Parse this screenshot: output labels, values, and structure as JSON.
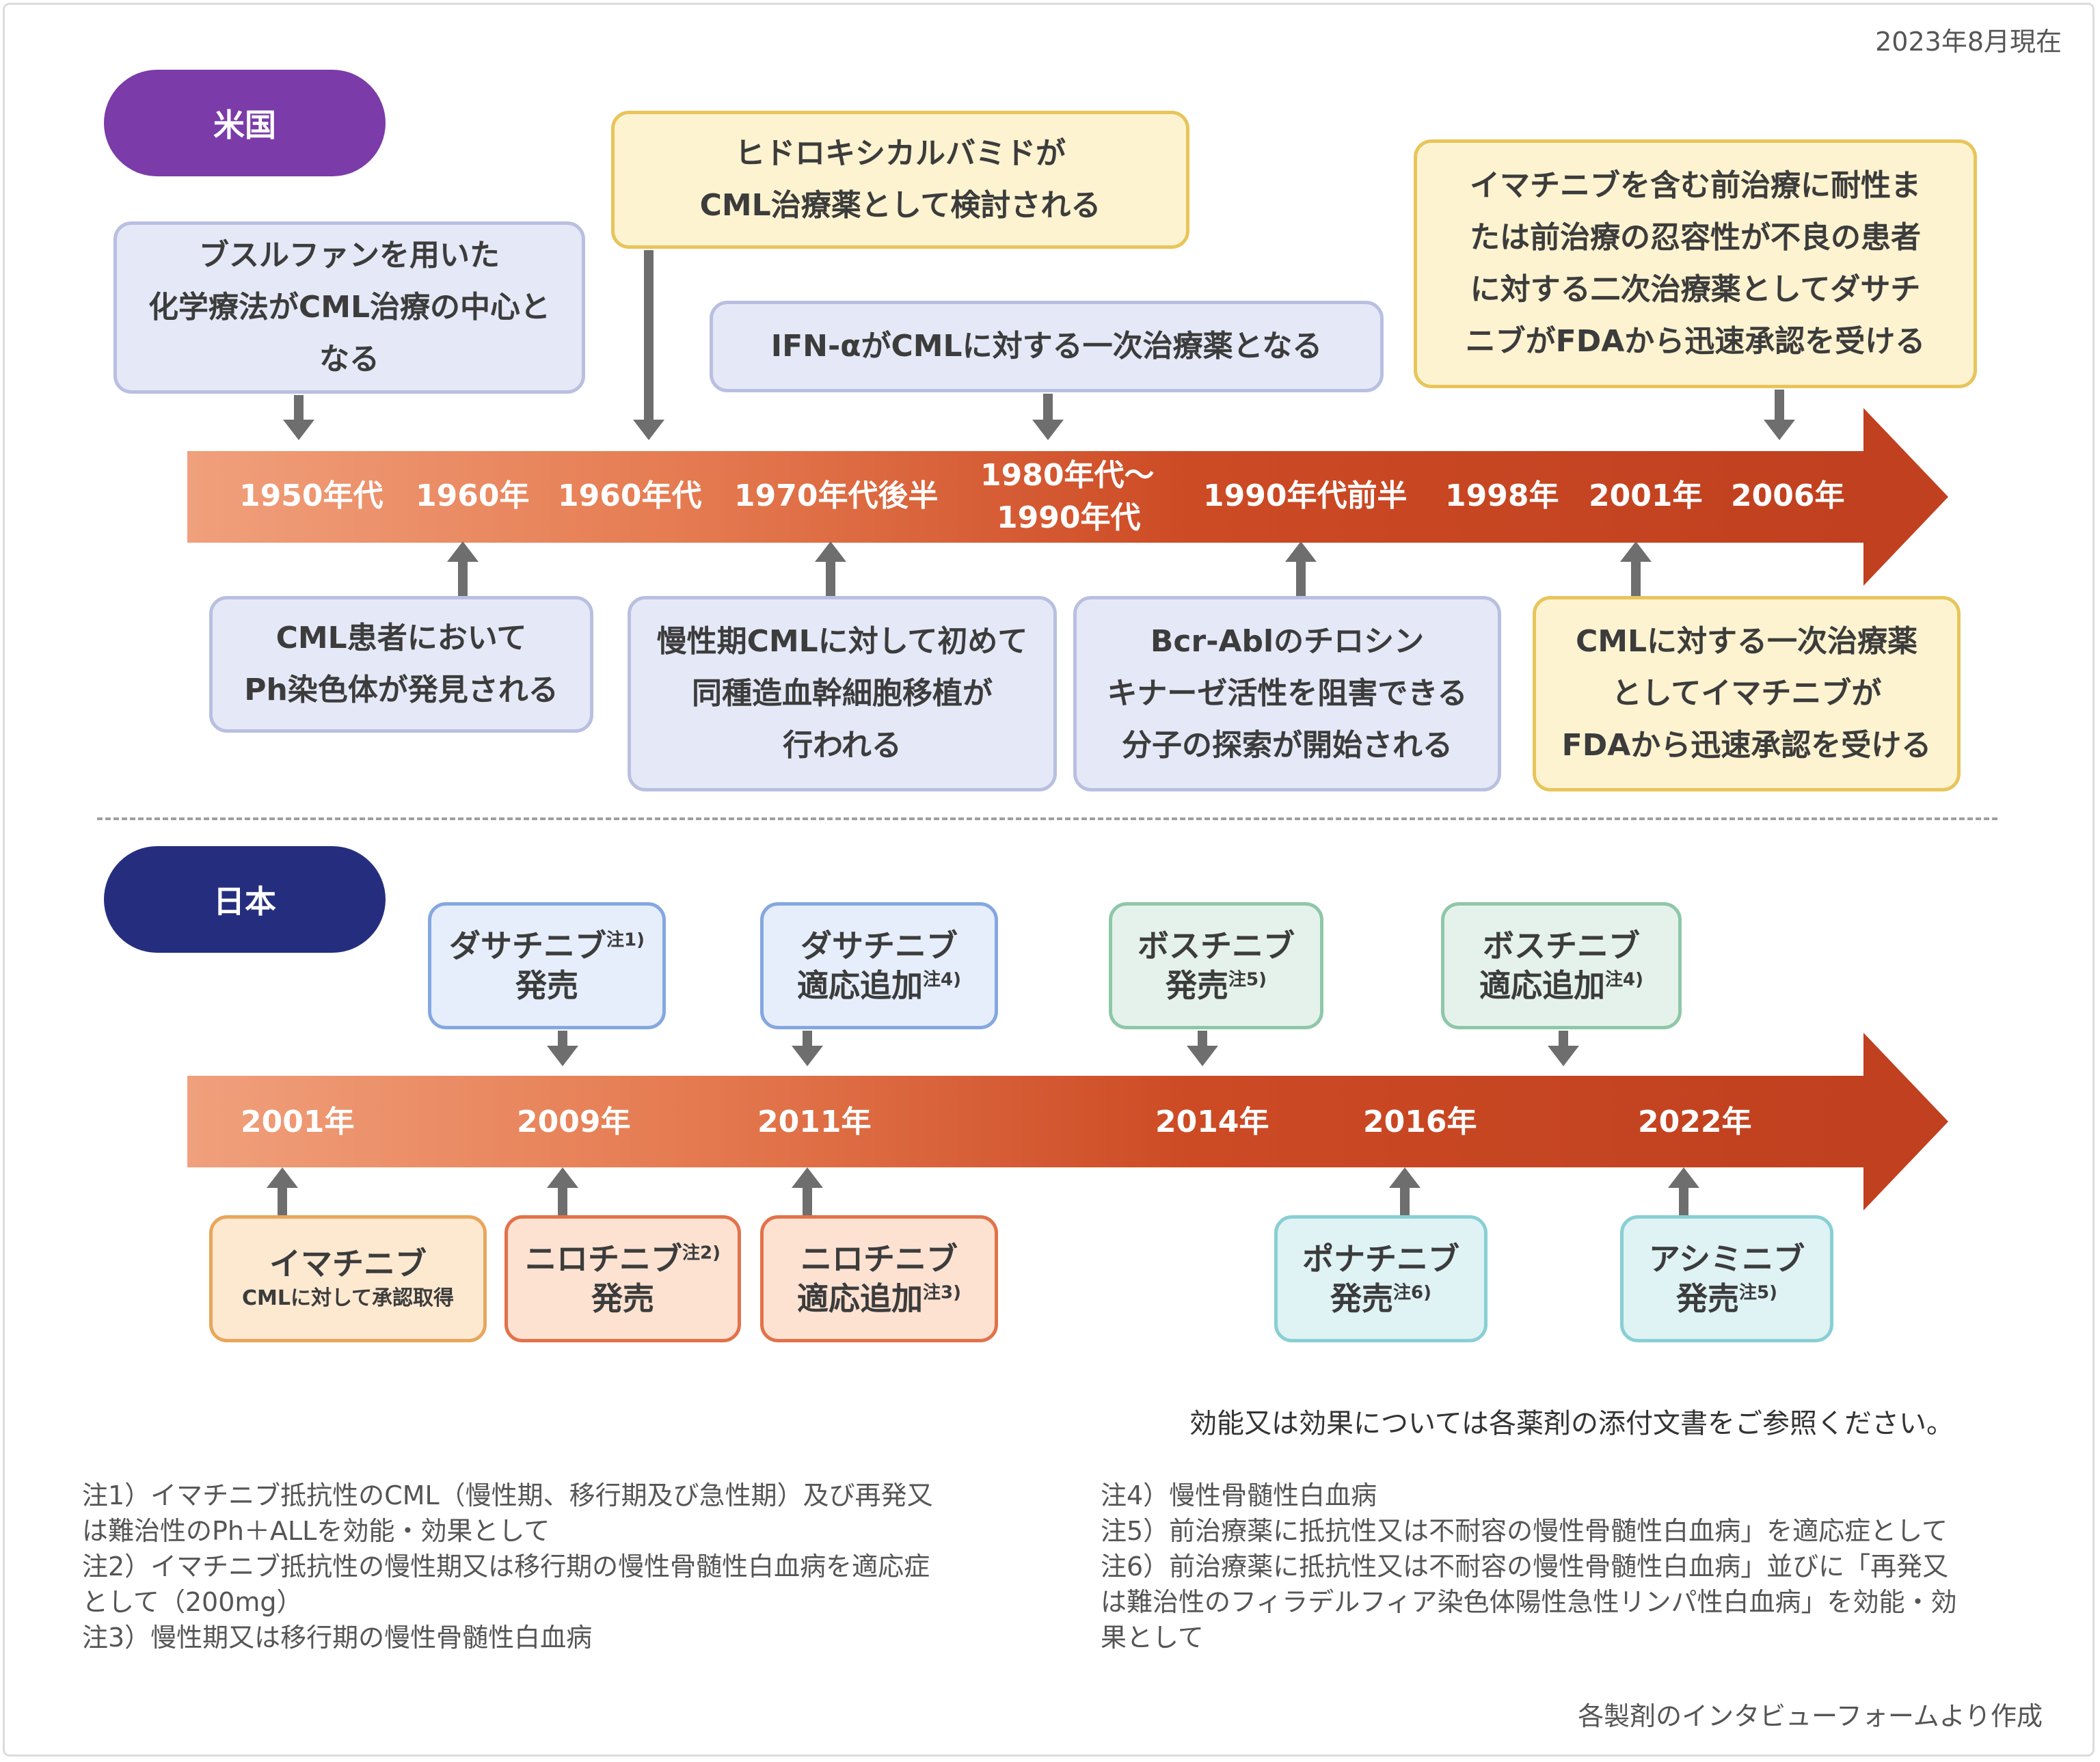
{
  "date_note": "2023年8月現在",
  "us": {
    "label": "米国",
    "years": [
      "1950年代",
      "1960年",
      "1960年代",
      "1970年代後半",
      "1980年代〜",
      "1990年代",
      "1990年代前半",
      "1998年",
      "2001年",
      "2006年"
    ],
    "events_top": [
      [
        "ブスルファンを用いた",
        "化学療法がCML治療の中心と",
        "なる"
      ],
      [
        "ヒドロキシカルバミドが",
        "CML治療薬として検討される"
      ],
      [
        "IFN-αがCMLに対する一次治療薬となる"
      ],
      [
        "イマチニブを含む前治療に耐性ま",
        "たは前治療の忍容性が不良の患者",
        "に対する二次治療薬としてダサチ",
        "ニブがFDAから迅速承認を受ける"
      ]
    ],
    "events_bottom": [
      [
        "CML患者において",
        "Ph染色体が発見される"
      ],
      [
        "慢性期CMLに対して初めて",
        "同種造血幹細胞移植が",
        "行われる"
      ],
      [
        "Bcr-Ablのチロシン",
        "キナーゼ活性を阻害できる",
        "分子の探索が開始される"
      ],
      [
        "CMLに対する一次治療薬",
        "としてイマチニブが",
        "FDAから迅速承認を受ける"
      ]
    ]
  },
  "jp": {
    "label": "日本",
    "years": [
      "2001年",
      "2009年",
      "2011年",
      "2014年",
      "2016年",
      "2022年"
    ],
    "events_top": [
      {
        "name": "ダサチニブ",
        "note": "注1)",
        "sub": "発売"
      },
      {
        "name": "ダサチニブ",
        "sub": "適応追加",
        "note": "注4)"
      },
      {
        "name": "ボスチニブ",
        "sub": "発売",
        "note": "注5)"
      },
      {
        "name": "ボスチニブ",
        "sub": "適応追加",
        "note": "注4)"
      }
    ],
    "events_bottom": [
      {
        "name": "イマチニブ",
        "sub": "CMLに対して承認取得"
      },
      {
        "name": "ニロチニブ",
        "note": "注2)",
        "sub": "発売"
      },
      {
        "name": "ニロチニブ",
        "sub": "適応追加",
        "note": "注3)"
      },
      {
        "name": "ポナチニブ",
        "sub": "発売",
        "note": "注6)"
      },
      {
        "name": "アシミニブ",
        "sub": "発売",
        "note": "注5)"
      }
    ]
  },
  "disclaimer": "効能又は効果については各薬剤の添付文書をご参照ください。",
  "notes_left": [
    "注1）イマチニブ抵抗性のCML（慢性期、移行期及び急性期）及び再発又",
    "は難治性のPh＋ALLを効能・効果として",
    "注2）イマチニブ抵抗性の慢性期又は移行期の慢性骨髄性白血病を適応症",
    "として（200mg）",
    "注3）慢性期又は移行期の慢性骨髄性白血病"
  ],
  "notes_right": [
    "注4）慢性骨髄性白血病",
    "注5）前治療薬に抵抗性又は不耐容の慢性骨髄性白血病」を適応症として",
    "注6）前治療薬に抵抗性又は不耐容の慢性骨髄性白血病」並びに「再発又",
    "は難治性のフィラデルフィア染色体陽性急性リンパ性白血病」を効能・効",
    "果として"
  ],
  "source": "各製剤のインタビューフォームより作成",
  "colors": {
    "us_pill": "#7b3ba8",
    "jp_pill": "#252e7e",
    "band_end": "#c0401f"
  }
}
